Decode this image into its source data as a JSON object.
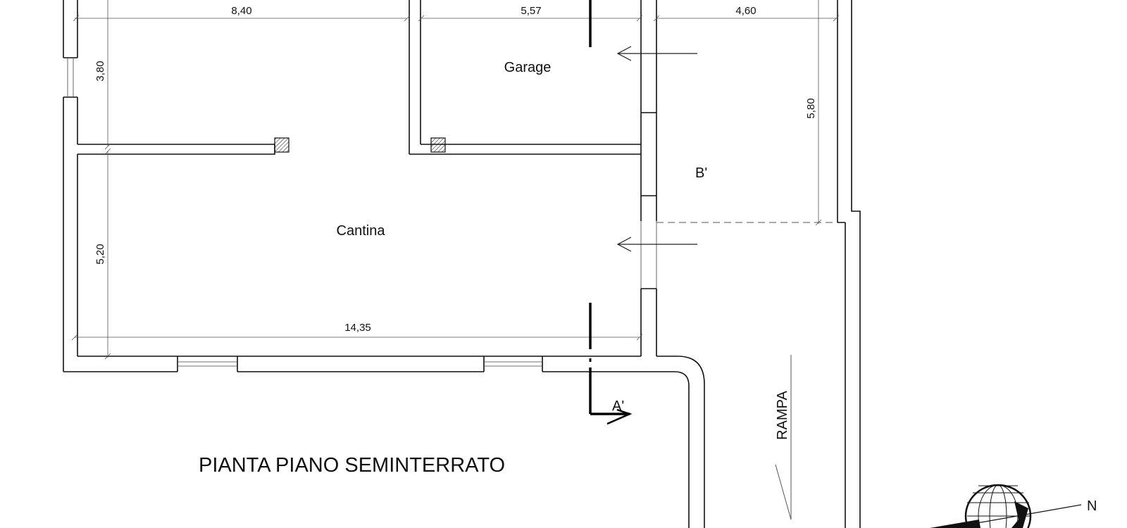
{
  "drawing": {
    "title": "PIANTA PIANO SEMINTERRATO",
    "rooms": {
      "garage": "Garage",
      "cantina": "Cantina"
    },
    "ramp_label": "RAMPA",
    "section_labels": {
      "a": "A'",
      "b": "B'"
    },
    "north_label": "N"
  },
  "dimensions": {
    "room1_width": "8,40",
    "garage_width": "5,57",
    "driveway_width": "4,60",
    "room1_depth": "3,80",
    "cantina_depth": "5,20",
    "driveway_depth": "5,80",
    "cantina_width": "14,35"
  },
  "colors": {
    "lines": "#111111",
    "background": "#ffffff"
  }
}
